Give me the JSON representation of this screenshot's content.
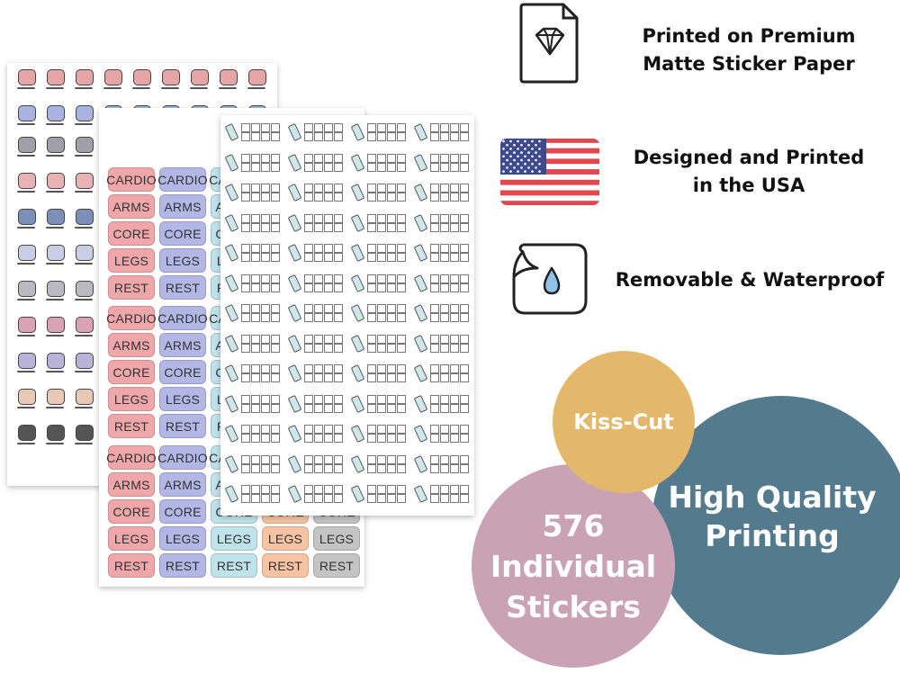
{
  "features": [
    {
      "icon": "diamond-document-icon",
      "lines": [
        "Printed on Premium",
        "Matte Sticker Paper"
      ]
    },
    {
      "icon": "usa-flag-icon",
      "lines": [
        "Designed and Printed",
        "in the USA"
      ]
    },
    {
      "icon": "water-drop-sticker-icon",
      "lines": [
        "Removable & Waterproof"
      ]
    }
  ],
  "bubbles": {
    "kiss_cut": "Kiss-Cut",
    "high_quality": [
      "High Quality",
      "Printing"
    ],
    "individual": [
      "576",
      "Individual",
      "Stickers"
    ]
  },
  "colors": {
    "kiss_cut": "#e4b86a",
    "high_quality": "#537a8d",
    "individual": "#c9a3b4",
    "flag_red": "#e0474f",
    "flag_blue": "#3e4a8c"
  },
  "sticker_labels": [
    "CARDIO",
    "ARMS",
    "CORE",
    "LEGS",
    "REST"
  ],
  "label_colors": [
    "#f0a7a9",
    "#b3b7e6",
    "#bfe3ea",
    "#f7c3a2",
    "#c4c4c4"
  ],
  "icon_sheet_rows": [
    "sandwich-sticker-icon",
    "sandwich-sticker-icon",
    "scale-sticker-icon",
    "headphones-sticker-icon",
    "smartwatch-sticker-icon",
    "water-bottle-sticker-icon",
    "bicycle-sticker-icon",
    "dumbbell-sticker-icon",
    "sneakers-sticker-icon",
    "yoga-mat-sticker-icon",
    "jump-rope-sticker-icon"
  ]
}
